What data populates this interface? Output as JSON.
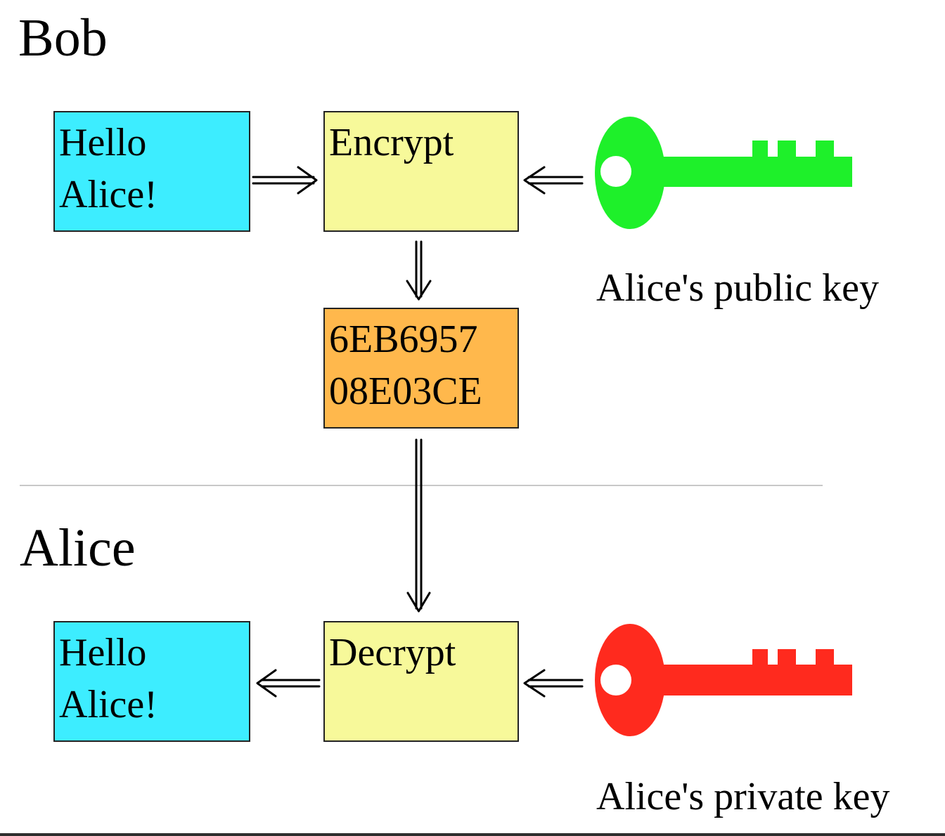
{
  "sections": {
    "bob": "Bob",
    "alice": "Alice"
  },
  "bob": {
    "plaintext": {
      "line1": "Hello",
      "line2": "Alice!"
    },
    "encrypt": {
      "label": "Encrypt"
    },
    "ciphertext": {
      "line1": "6EB6957",
      "line2": "08E03CE"
    },
    "key_label": "Alice's public key"
  },
  "alice": {
    "plaintext": {
      "line1": "Hello",
      "line2": "Alice!"
    },
    "decrypt": {
      "label": "Decrypt"
    },
    "key_label": "Alice's private key"
  },
  "colors": {
    "plaintext_box": "#3DEDFF",
    "process_box": "#F7F99A",
    "ciphertext_box": "#FFB84C",
    "public_key": "#1EF02A",
    "private_key": "#FF2A1E"
  },
  "icons": {
    "public_key": "key-icon",
    "private_key": "key-icon"
  }
}
